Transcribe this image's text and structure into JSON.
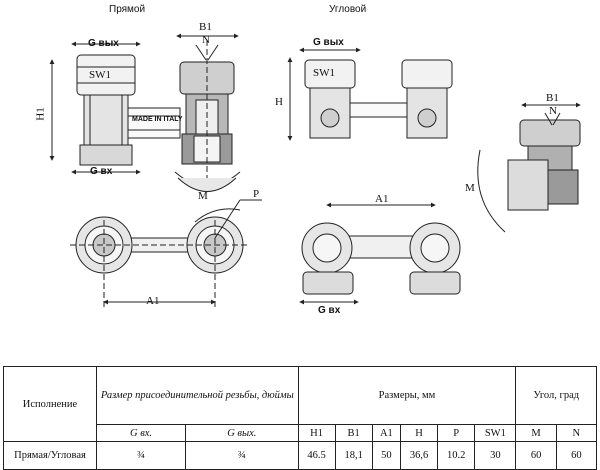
{
  "views": {
    "straight_title": "Прямой",
    "angle_title": "Угловой"
  },
  "labels": {
    "b1_a": "B1",
    "n_a": "N",
    "g_out_a": "G вых",
    "sw1_a": "SW1",
    "h1": "H1",
    "made_in_italy": "MADE IN ITALY",
    "g_in_a": "G вх",
    "g_out_b": "G вых",
    "sw1_b": "SW1",
    "h": "H",
    "b1_b": "B1",
    "n_b": "N",
    "m_a": "M",
    "p": "P",
    "a1_a": "A1",
    "m_b": "M",
    "a1_b": "A1",
    "g_in_b": "G вх"
  },
  "table": {
    "h_execution": "Исполнение",
    "h_thread": "Размер присоединительной резьбы, дюймы",
    "h_sizes": "Размеры, мм",
    "h_angle": "Угол, град",
    "sub_g_in": "G вх.",
    "sub_g_out": "G вых.",
    "sub_h1": "H1",
    "sub_b1": "B1",
    "sub_a1": "A1",
    "sub_h": "H",
    "sub_p": "P",
    "sub_sw1": "SW1",
    "sub_m": "M",
    "sub_n": "N",
    "row_name": "Прямая/Угловая",
    "v_g_in": "¾",
    "v_g_out": "¾",
    "v_h1": "46.5",
    "v_b1": "18,1",
    "v_a1": "50",
    "v_h": "36,6",
    "v_p": "10.2",
    "v_sw1": "30",
    "v_m": "60",
    "v_n": "60"
  }
}
